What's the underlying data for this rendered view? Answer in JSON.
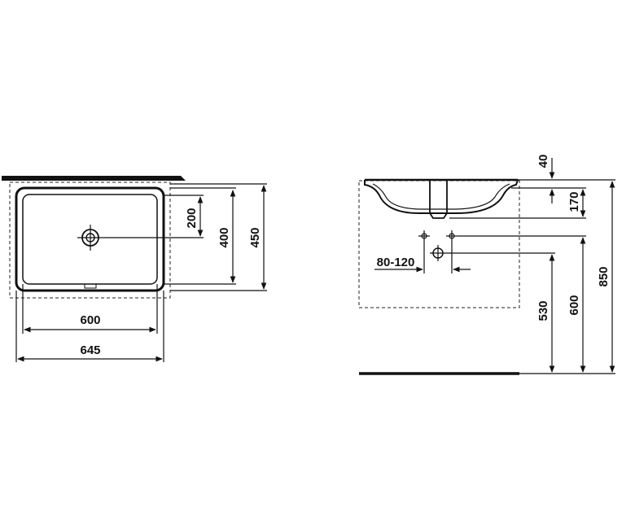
{
  "top_view": {
    "dim_200": "200",
    "dim_400": "400",
    "dim_450": "450",
    "dim_600": "600",
    "dim_645": "645"
  },
  "side_view": {
    "dim_40": "40",
    "dim_170": "170",
    "dim_80_120": "80-120",
    "dim_530": "530",
    "dim_600": "600",
    "dim_850": "850"
  },
  "colors": {
    "line": "#111111",
    "background": "#ffffff"
  }
}
